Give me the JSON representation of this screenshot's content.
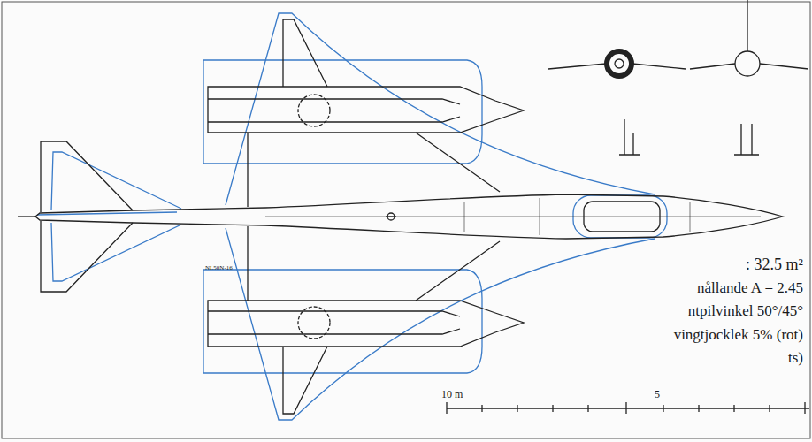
{
  "diagram": {
    "labels": [
      ": 32.5 m²",
      "nållande A = 2.45",
      "ntpilvinkel 50°/45°",
      "vingtjocklek 5% (rot)",
      "ts)",
      "NL50N-16",
      "10 m",
      "5"
    ]
  }
}
